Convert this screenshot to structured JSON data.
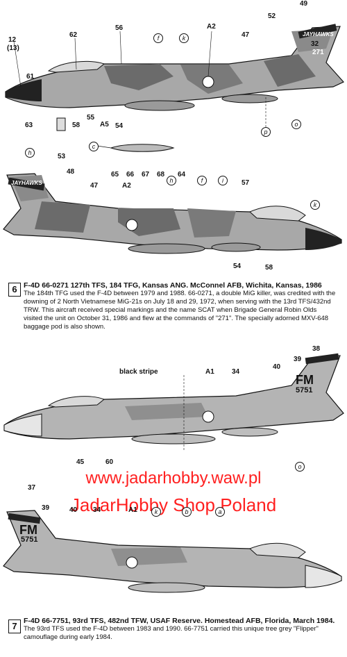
{
  "labels_top": {
    "l12": "12",
    "l13": "(13)",
    "l61": "61",
    "l62": "62",
    "l56": "56",
    "lA2": "A2",
    "l52": "52",
    "l49": "49",
    "l47": "47",
    "l32": "32",
    "l63": "63",
    "l58": "58",
    "l55": "55",
    "lA5": "A5",
    "l54": "54",
    "l53": "53",
    "c_f": "f",
    "c_k": "k",
    "c_p": "p",
    "c_o": "o"
  },
  "labels_pod": {
    "c_c": "c",
    "l65": "65",
    "l66": "66",
    "l67": "67",
    "l68": "68",
    "l64": "64"
  },
  "labels_second": {
    "c_h1": "h",
    "l48": "48",
    "l47": "47",
    "lA2": "A2",
    "c_h2": "h",
    "c_f": "f",
    "c_i": "i",
    "l57": "57",
    "c_k": "k",
    "l54": "54",
    "l58": "58"
  },
  "tail_text": {
    "jayhawks": "JAYHAWKS",
    "serial_271": "271"
  },
  "caption6": {
    "number": "6",
    "head": "F-4D 66-0271 127th TFS, 184 TFG, Kansas ANG. McConnel AFB, Wichita, Kansas, 1986",
    "body": "The 184th TFG used the F-4D between 1979 and 1988. 66-0271, a double MiG killer, was credited with the downing of 2 North Vietnamese MiG-21s on July 18 and 29, 1972, when serving with the 13rd TFS/432nd TRW. This aircraft received special markings and the name SCAT when Brigade General Robin Olds visited the unit on October 31, 1986 and flew at the commands of \"271\". The specially adorned MXV-648 baggage pod is also shown."
  },
  "labels_third": {
    "l38": "38",
    "l39": "39",
    "l40": "40",
    "black_stripe": "black stripe",
    "lA1": "A1",
    "l34": "34",
    "l45": "45",
    "l60": "60",
    "c_o": "o",
    "tail_fm": "FM",
    "tail_751": "5751"
  },
  "watermark": {
    "url": "www.jadarhobby.waw.pl",
    "shop": "JadarHobby Shop Poland"
  },
  "labels_fourth": {
    "l37": "37",
    "l39": "39",
    "l40": "40",
    "l34": "34",
    "lA1": "A1",
    "c_k": "k",
    "c_b": "b",
    "c_a": "a",
    "tail_fm": "FM",
    "tail_751": "5751"
  },
  "caption7": {
    "number": "7",
    "head": "F-4D 66-7751, 93rd TFS, 482nd TFW, USAF Reserve. Homestead AFB, Florida, March 1984.",
    "body": "The 93rd TFS used the F-4D between 1983 and 1990. 66-7751 carried this unique tree grey \"Flipper\" camouflage during early 1984."
  },
  "colors": {
    "watermark": "#ff2020",
    "camo_dark": "#6b6b6b",
    "camo_mid": "#9a9a9a",
    "camo_light": "#c8c8c8",
    "grey_flipper": "#b4b4b4"
  }
}
